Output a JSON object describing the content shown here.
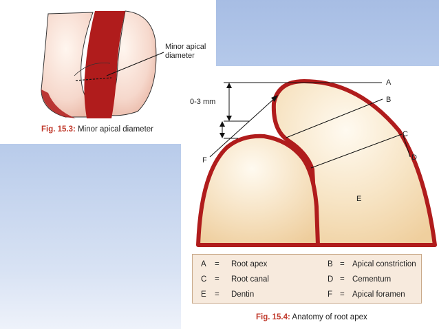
{
  "fig1": {
    "label_line1": "Minor apical",
    "label_line2": "diameter",
    "caption_num": "Fig. 15.3:",
    "caption_text": " Minor apical diameter"
  },
  "fig2": {
    "measure": "0-3 mm",
    "letters": {
      "A": "A",
      "B": "B",
      "C": "C",
      "D": "D",
      "E": "E",
      "F": "F"
    },
    "caption_num": "Fig. 15.4:",
    "caption_text": " Anatomy of root apex"
  },
  "legend": {
    "rows": [
      {
        "l_key": "A",
        "l_val": "Root apex",
        "r_key": "B",
        "r_val": "Apical constriction"
      },
      {
        "l_key": "C",
        "l_val": "Root canal",
        "r_key": "D",
        "r_val": "Cementum"
      },
      {
        "l_key": "E",
        "l_val": "Dentin",
        "r_key": "F",
        "r_val": "Apical foramen"
      }
    ],
    "eq": "="
  },
  "colors": {
    "cementum": "#b01c1c",
    "dentin": "#f6e2c2",
    "panel_blue": "#a7bde4",
    "legend_bg": "#f7eadd"
  }
}
